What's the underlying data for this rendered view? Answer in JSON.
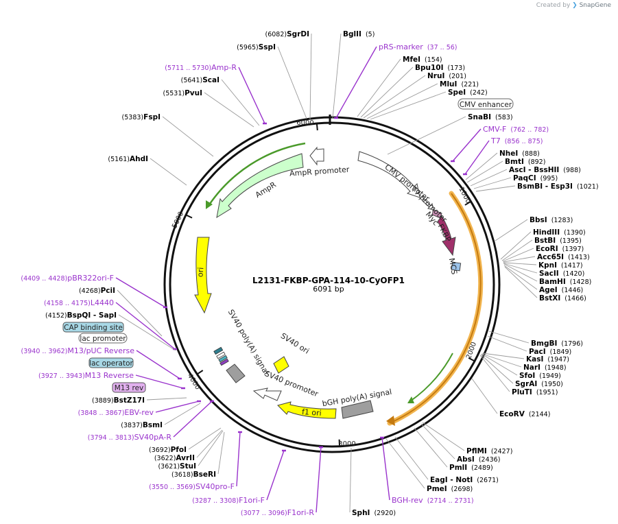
{
  "credit": {
    "prefix": "Created by",
    "brand": "SnapGene"
  },
  "plasmid": {
    "name": "L2131-FKBP-GPA-114-10-CyOFP1",
    "size_label": "6091 bp",
    "length": 6091
  },
  "colors": {
    "ampr": "#ccffcc",
    "ori": "#ffff00",
    "f1ori": "#ffff00",
    "sv40ori": "#ffff00",
    "myc": "#c98fb4",
    "fkbp": "#a0306a",
    "mcs": "#9cc3ea",
    "polyA": "#9e9e9e",
    "promoter": "#ffffff",
    "primer": "#9932cc",
    "orf_outline": "#f0a830",
    "orf_arrow_green": "#4a9a2a"
  },
  "ruler": [
    {
      "pos": 1000,
      "label": "1000"
    },
    {
      "pos": 2000,
      "label": "2000"
    },
    {
      "pos": 3000,
      "label": "3000"
    },
    {
      "pos": 4000,
      "label": "4000"
    },
    {
      "pos": 5000,
      "label": "5000"
    },
    {
      "pos": 6000,
      "label": "6000"
    }
  ],
  "features": [
    {
      "label": "AmpR promoter",
      "type": "promoter"
    },
    {
      "label": "AmpR",
      "type": "cds"
    },
    {
      "label": "CMV promoter",
      "type": "promoter"
    },
    {
      "label": "T7 promoter",
      "type": "promoter"
    },
    {
      "label": "Myc",
      "type": "tag"
    },
    {
      "label": "FKBP",
      "type": "cds"
    },
    {
      "label": "MCS",
      "type": "mcs"
    },
    {
      "label": "ori",
      "type": "ori"
    },
    {
      "label": "SV40 poly(A) signal",
      "type": "polyA"
    },
    {
      "label": "SV40 ori",
      "type": "ori"
    },
    {
      "label": "SV40 promoter",
      "type": "promoter"
    },
    {
      "label": "f1 ori",
      "type": "ori"
    },
    {
      "label": "bGH poly(A) signal",
      "type": "polyA"
    }
  ],
  "boxed_features": [
    {
      "label": "CMV enhancer",
      "style": "white"
    },
    {
      "label": "CAP binding site",
      "style": "blue"
    },
    {
      "label": "lac promoter",
      "style": "white"
    },
    {
      "label": "lac operator",
      "style": "blue"
    },
    {
      "label": "M13 rev",
      "style": "purple"
    }
  ],
  "sites": [
    {
      "name": "SgrDI",
      "pos": "(6082)",
      "primer": false
    },
    {
      "name": "BglII",
      "pos": "(5)",
      "primer": false
    },
    {
      "name": "pRS-marker",
      "pos": "(37 .. 56)",
      "primer": true
    },
    {
      "name": "SspI",
      "pos": "(5965)",
      "primer": false
    },
    {
      "name": "MfeI",
      "pos": "(154)",
      "primer": false
    },
    {
      "name": "Bpu10I",
      "pos": "(173)",
      "primer": false
    },
    {
      "name": "NruI",
      "pos": "(201)",
      "primer": false
    },
    {
      "name": "MluI",
      "pos": "(221)",
      "primer": false
    },
    {
      "name": "SpeI",
      "pos": "(242)",
      "primer": false
    },
    {
      "name": "Amp-R",
      "pos": "(5711 .. 5730)",
      "primer": true
    },
    {
      "name": "ScaI",
      "pos": "(5641)",
      "primer": false
    },
    {
      "name": "PvuI",
      "pos": "(5531)",
      "primer": false
    },
    {
      "name": "SnaBI",
      "pos": "(583)",
      "primer": false
    },
    {
      "name": "CMV-F",
      "pos": "(762 .. 782)",
      "primer": true
    },
    {
      "name": "FspI",
      "pos": "(5383)",
      "primer": false
    },
    {
      "name": "T7",
      "pos": "(856 .. 875)",
      "primer": true
    },
    {
      "name": "NheI",
      "pos": "(888)",
      "primer": false
    },
    {
      "name": "AhdI",
      "pos": "(5161)",
      "primer": false
    },
    {
      "name": "BmtI",
      "pos": "(892)",
      "primer": false
    },
    {
      "name": "AscI",
      "name2": "BssHII",
      "pos": "(988)",
      "primer": false
    },
    {
      "name": "PaqCI",
      "pos": "(995)",
      "primer": false
    },
    {
      "name": "BsmBI",
      "name2": "Esp3I",
      "pos": "(1021)",
      "primer": false
    },
    {
      "name": "BbsI",
      "pos": "(1283)",
      "primer": false
    },
    {
      "name": "HindIII",
      "pos": "(1390)",
      "primer": false
    },
    {
      "name": "BstBI",
      "pos": "(1395)",
      "primer": false
    },
    {
      "name": "EcoRI",
      "pos": "(1397)",
      "primer": false
    },
    {
      "name": "Acc65I",
      "pos": "(1413)",
      "primer": false
    },
    {
      "name": "KpnI",
      "pos": "(1417)",
      "primer": false
    },
    {
      "name": "SacII",
      "pos": "(1420)",
      "primer": false
    },
    {
      "name": "BamHI",
      "pos": "(1428)",
      "primer": false
    },
    {
      "name": "AgeI",
      "pos": "(1446)",
      "primer": false
    },
    {
      "name": "BstXI",
      "pos": "(1466)",
      "primer": false
    },
    {
      "name": "pBR322ori-F",
      "pos": "(4409 .. 4428)",
      "primer": true
    },
    {
      "name": "PciI",
      "pos": "(4268)",
      "primer": false
    },
    {
      "name": "L4440",
      "pos": "(4158 .. 4175)",
      "primer": true
    },
    {
      "name": "BspQI",
      "name2": "SapI",
      "pos": "(4152)",
      "primer": false
    },
    {
      "name": "M13/pUC Reverse",
      "pos": "(3940 .. 3962)",
      "primer": true
    },
    {
      "name": "M13 Reverse",
      "pos": "(3927 .. 3943)",
      "primer": true
    },
    {
      "name": "BstZ17I",
      "pos": "(3889)",
      "primer": false
    },
    {
      "name": "EBV-rev",
      "pos": "(3848 .. 3867)",
      "primer": true
    },
    {
      "name": "BsmI",
      "pos": "(3837)",
      "primer": false
    },
    {
      "name": "SV40pA-R",
      "pos": "(3794 .. 3813)",
      "primer": true
    },
    {
      "name": "PfoI",
      "pos": "(3692)",
      "primer": false
    },
    {
      "name": "AvrII",
      "pos": "(3622)",
      "primer": false
    },
    {
      "name": "StuI",
      "pos": "(3621)",
      "primer": false
    },
    {
      "name": "BseRI",
      "pos": "(3618)",
      "primer": false
    },
    {
      "name": "SV40pro-F",
      "pos": "(3550 .. 3569)",
      "primer": true
    },
    {
      "name": "F1ori-F",
      "pos": "(3287 .. 3308)",
      "primer": true
    },
    {
      "name": "F1ori-R",
      "pos": "(3077 .. 3096)",
      "primer": true
    },
    {
      "name": "SphI",
      "pos": "(2920)",
      "primer": false
    },
    {
      "name": "BGH-rev",
      "pos": "(2714 .. 2731)",
      "primer": true
    },
    {
      "name": "PmeI",
      "pos": "(2698)",
      "primer": false
    },
    {
      "name": "EagI",
      "name2": "NotI",
      "pos": "(2671)",
      "primer": false
    },
    {
      "name": "PmlI",
      "pos": "(2489)",
      "primer": false
    },
    {
      "name": "AbsI",
      "pos": "(2436)",
      "primer": false
    },
    {
      "name": "PflMI",
      "pos": "(2427)",
      "primer": false
    },
    {
      "name": "BmgBI",
      "pos": "(1796)",
      "primer": false
    },
    {
      "name": "PacI",
      "pos": "(1849)",
      "primer": false
    },
    {
      "name": "KasI",
      "pos": "(1947)",
      "primer": false
    },
    {
      "name": "NarI",
      "pos": "(1948)",
      "primer": false
    },
    {
      "name": "SfoI",
      "pos": "(1949)",
      "primer": false
    },
    {
      "name": "SgrAI",
      "pos": "(1950)",
      "primer": false
    },
    {
      "name": "PluTI",
      "pos": "(1951)",
      "primer": false
    },
    {
      "name": "EcoRV",
      "pos": "(2144)",
      "primer": false
    }
  ]
}
